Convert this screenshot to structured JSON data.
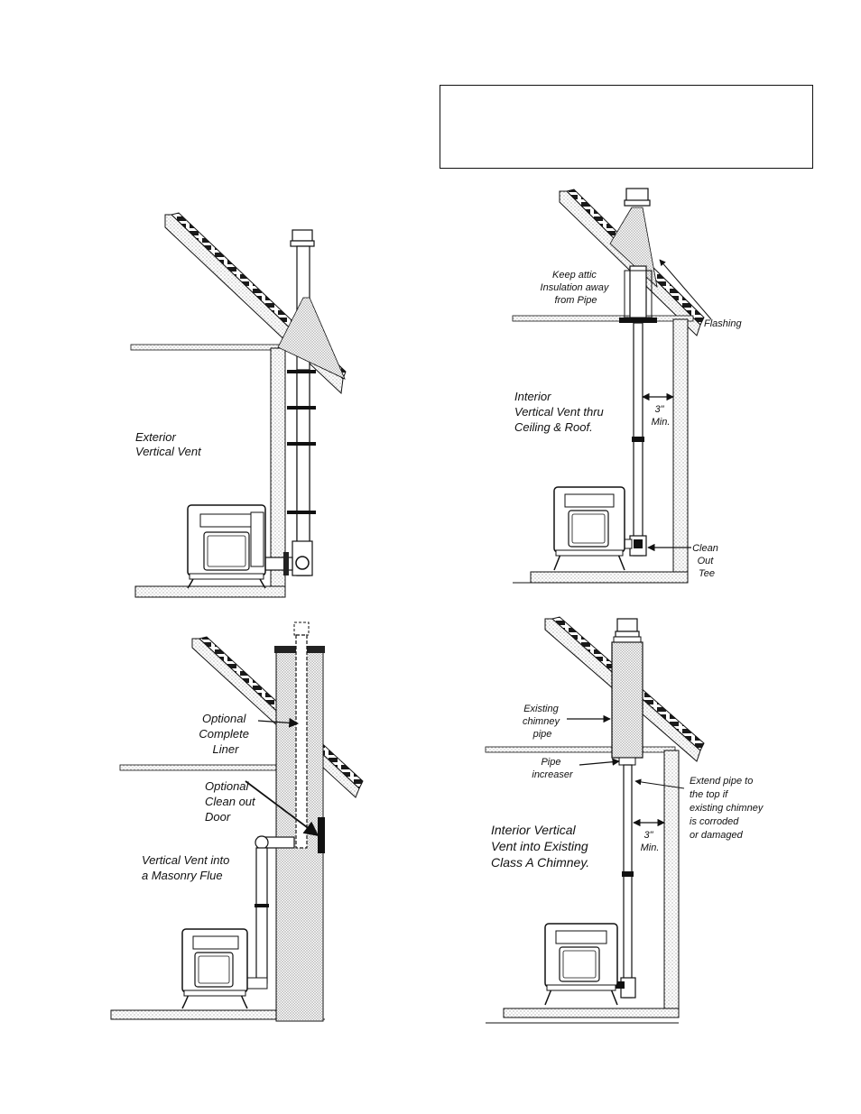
{
  "notice": {
    "text": ""
  },
  "diagrams": {
    "exterior": {
      "title_lines": [
        "Exterior",
        "Vertical Vent"
      ]
    },
    "interior_ceiling": {
      "title_lines": [
        "Interior",
        "Vertical Vent thru",
        "Ceiling & Roof."
      ],
      "attic_lines": [
        "Keep attic",
        "Insulation away",
        "from Pipe"
      ],
      "flashing": "Flashing",
      "clearance_lines": [
        "3\"",
        "Min."
      ],
      "cleanout_lines": [
        "Clean",
        "Out",
        "Tee"
      ]
    },
    "masonry": {
      "title_lines": [
        "Vertical Vent into",
        "a Masonry Flue"
      ],
      "liner_lines": [
        "Optional",
        "Complete",
        "Liner"
      ],
      "door_lines": [
        "Optional",
        "Clean out",
        "Door"
      ]
    },
    "class_a": {
      "title_lines": [
        "Interior Vertical",
        "Vent into Existing",
        "Class A Chimney."
      ],
      "existing_lines": [
        "Existing",
        "chimney",
        "pipe"
      ],
      "increaser_lines": [
        "Pipe",
        "increaser"
      ],
      "extend_lines": [
        "Extend pipe to",
        "the top if",
        "existing chimney",
        "is corroded",
        "or damaged"
      ],
      "clearance_lines": [
        "3\"",
        "Min."
      ]
    }
  }
}
